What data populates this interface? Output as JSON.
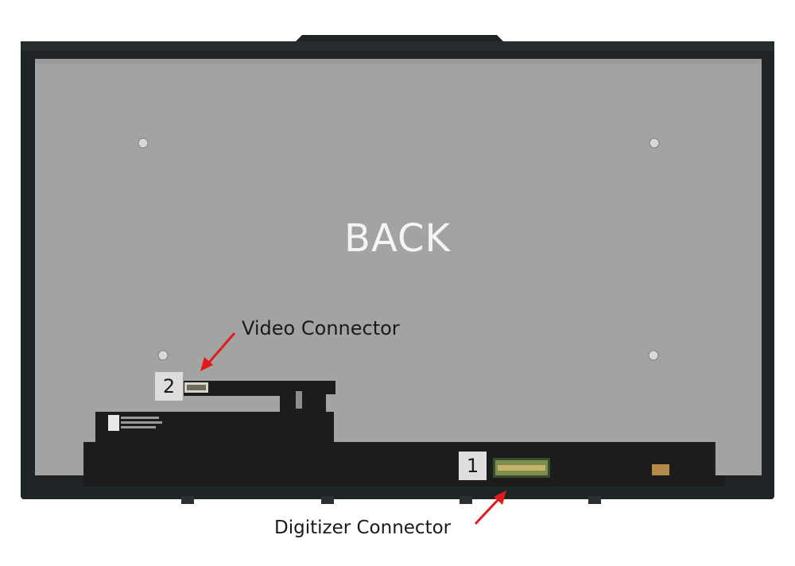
{
  "panel": {
    "title": "BACK"
  },
  "callouts": {
    "video": {
      "number": "2",
      "label": "Video Connector"
    },
    "digitizer": {
      "number": "1",
      "label": "Digitizer Connector"
    }
  },
  "colors": {
    "panel_gray": "#a3a3a3",
    "frame_dark": "#1f2426",
    "arrow_red": "#e01b1b",
    "number_box": "#dedede"
  }
}
